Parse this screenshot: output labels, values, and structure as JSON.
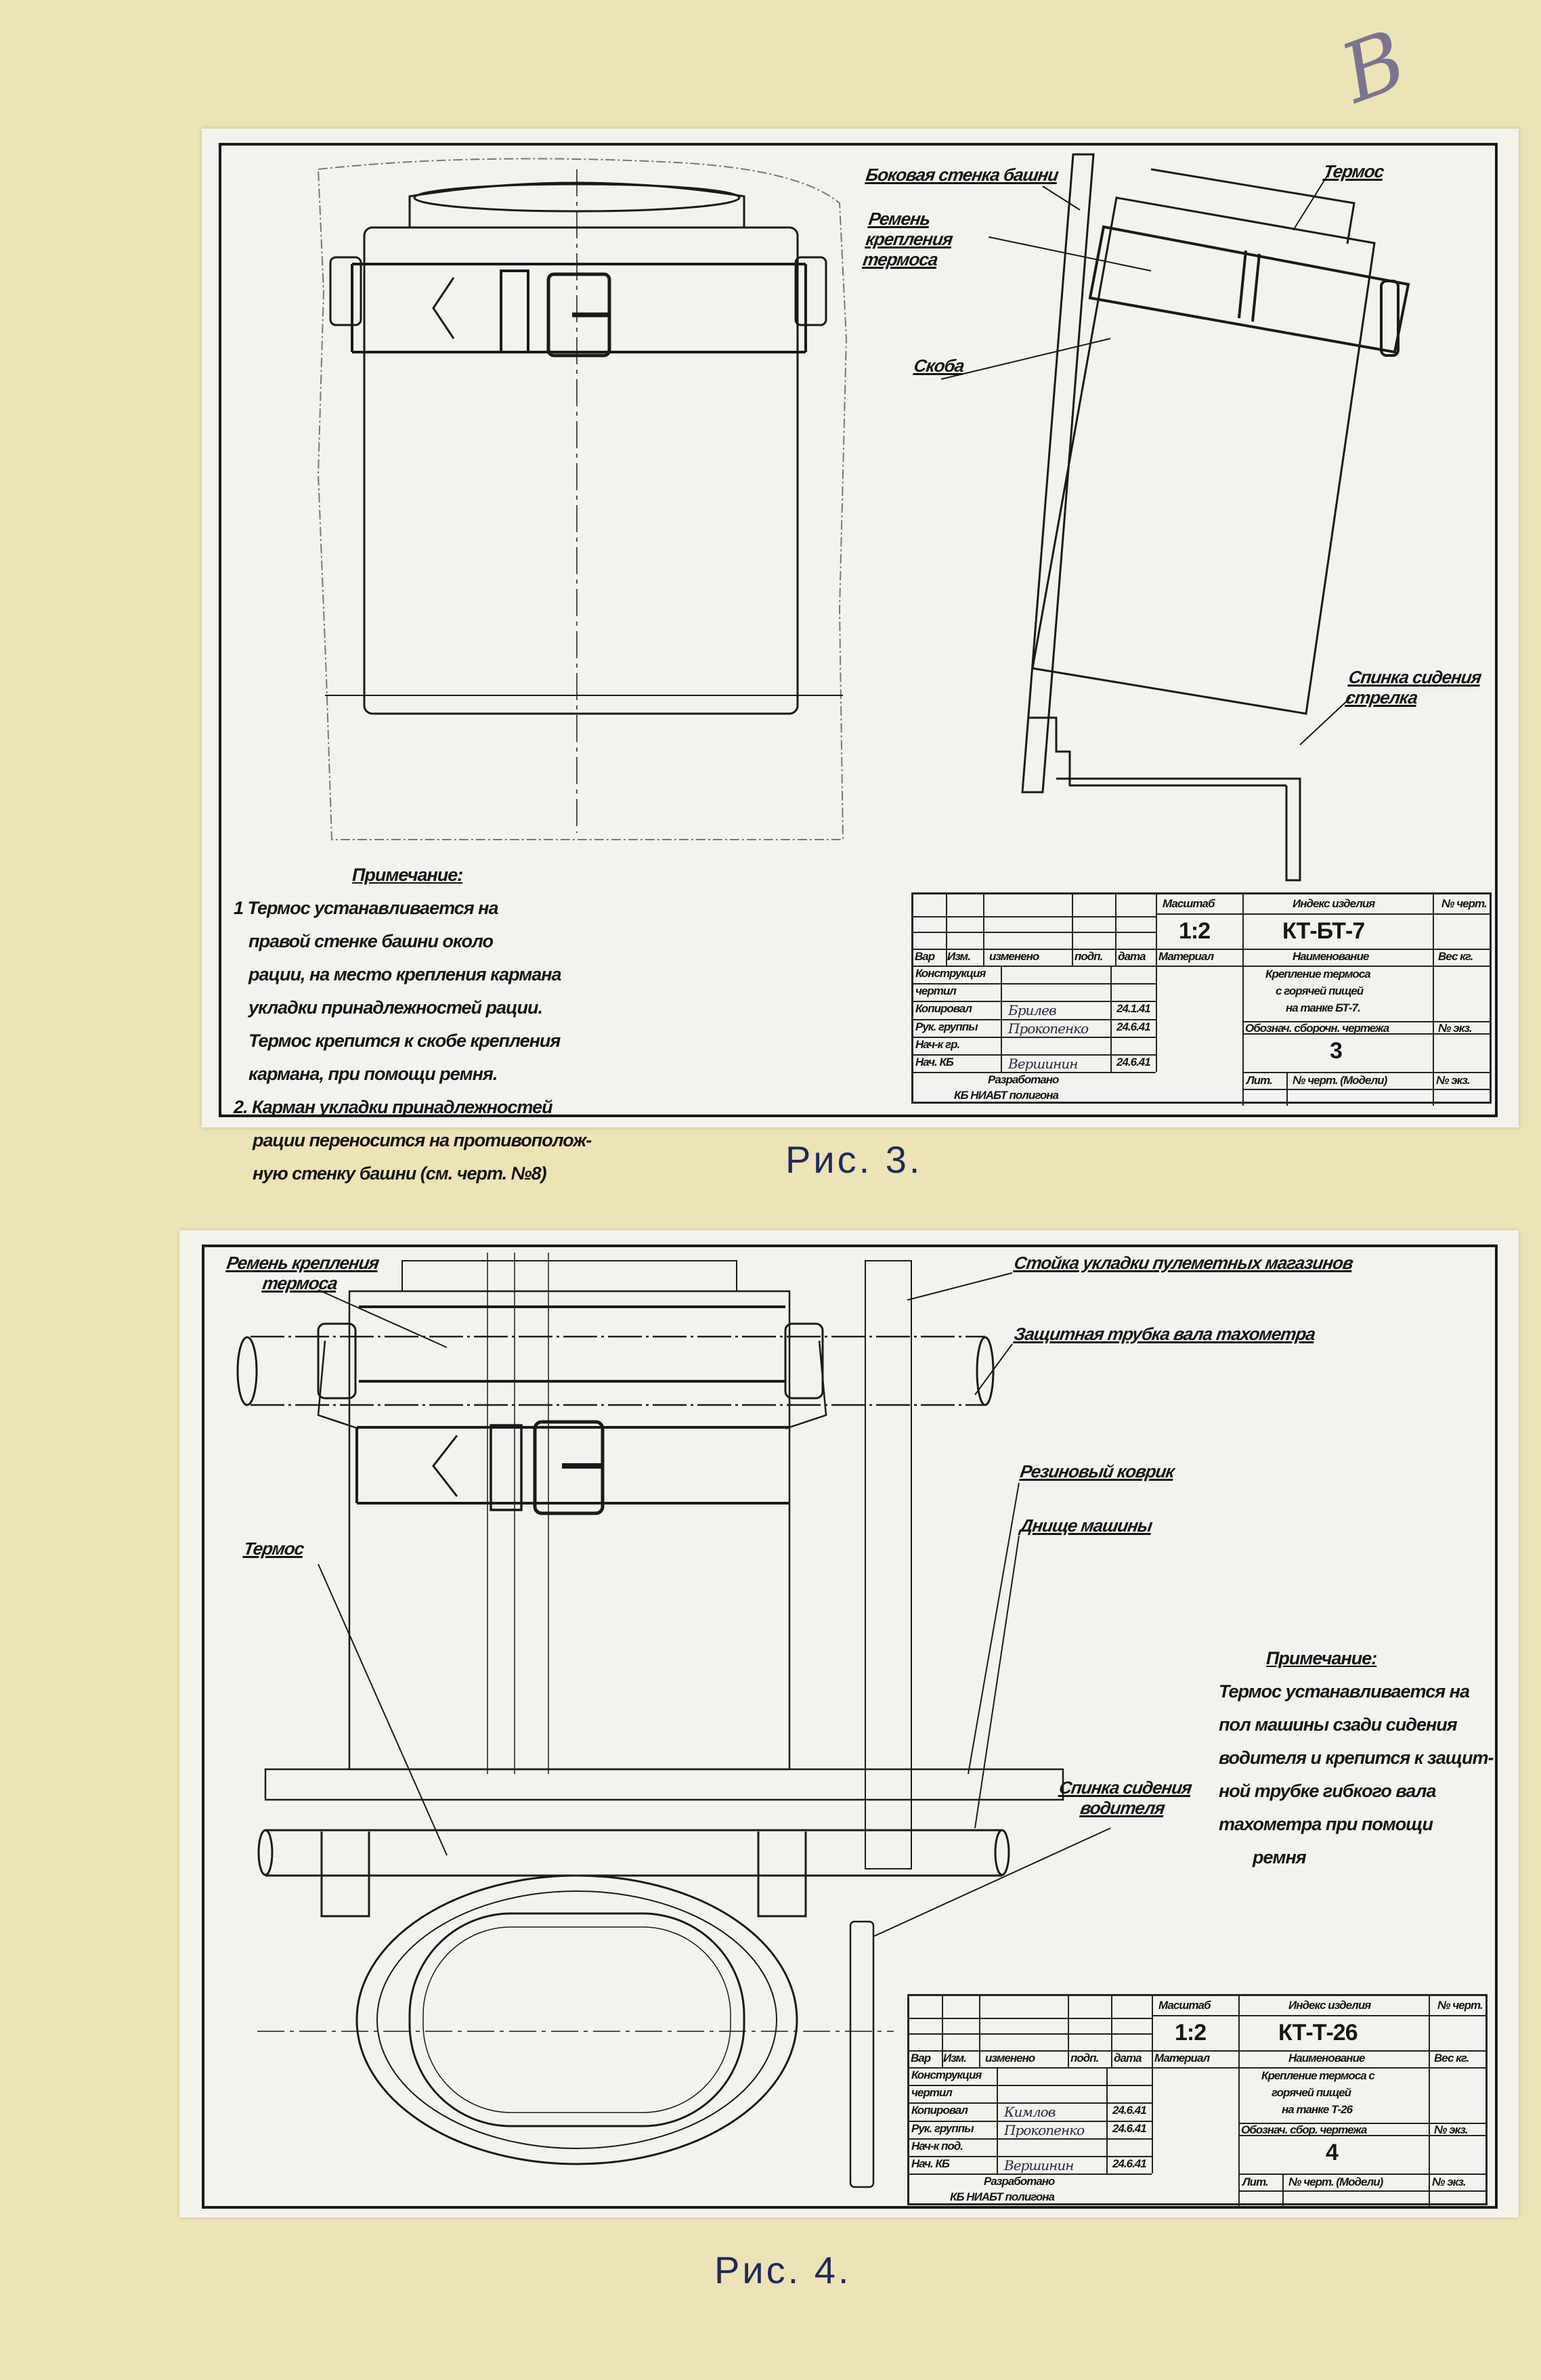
{
  "page_mark": "В",
  "figure3": {
    "caption": "Рис. 3.",
    "labels": {
      "side_wall": "Боковая стенка башни",
      "strap": "Ремень крепления термоса",
      "bracket": "Скоба",
      "thermos": "Термос",
      "gunner_seat_back": "Спинка сидения стрелка"
    },
    "note": {
      "heading": "Примечание:",
      "lines": [
        "1 Термос устанавливается на",
        "правой стенке башни около",
        "рации, на место крепления кармана",
        "укладки принадлежностей рации.",
        "Термос крепится к скобе крепления",
        "кармана, при помощи ремня.",
        "2. Карман укладки принадлежностей",
        "рации переносится на противополож-",
        "ную стенку башни (см. черт. №8)"
      ]
    },
    "title_block": {
      "scale_label": "Масштаб",
      "scale": "1:2",
      "index_label": "Индекс изделия",
      "index": "КТ-БТ-7",
      "sheet_no_label": "№ черт.",
      "rev_headers": [
        "Вар",
        "Изм.",
        "изменено",
        "подп.",
        "дата"
      ],
      "material_label": "Материал",
      "name_label": "Наименование",
      "weight_label": "Вес кг.",
      "name_lines": [
        "Крепление термоса",
        "с горячей пищей",
        "на танке БТ-7."
      ],
      "roles": [
        "Конструкция",
        "чертил",
        "Копировал",
        "Рук. группы",
        "Нач-к гр.",
        "Нач. КБ"
      ],
      "signatures": [
        "",
        "",
        "Брилев",
        "Прокопенко",
        "",
        "Вершинин"
      ],
      "dates": [
        "",
        "",
        "24.1.41",
        "24.6.41",
        "",
        "24.6.41"
      ],
      "assembly_label": "Обознач. сборочн. чертежа",
      "copy_label": "№ экз.",
      "assembly_no": "3",
      "lit_label": "Лит.",
      "drawing_no_label": "№ черт. (Модели)",
      "copy_no_label": "№ экз.",
      "developed_by": [
        "Разработано",
        "КБ НИАБТ полигона"
      ]
    }
  },
  "figure4": {
    "caption": "Рис. 4.",
    "labels": {
      "strap": "Ремень крепления термоса",
      "rack": "Стойка укладки пулеметных магазинов",
      "tube": "Защитная трубка вала тахометра",
      "mat": "Резиновый коврик",
      "floor": "Днище машины",
      "thermos": "Термос",
      "driver_seat_back": "Спинка сидения водителя"
    },
    "note": {
      "heading": "Примечание:",
      "lines": [
        "Термос устанавливается на",
        "пол машины сзади сидения",
        "водителя и крепится к защит-",
        "ной трубке гибкого вала",
        "тахометра при помощи",
        "ремня"
      ]
    },
    "title_block": {
      "scale_label": "Масштаб",
      "scale": "1:2",
      "index_label": "Индекс изделия",
      "index": "КТ-Т-26",
      "sheet_no_label": "№ черт.",
      "rev_headers": [
        "Вар",
        "Изм.",
        "изменено",
        "подп.",
        "дата"
      ],
      "material_label": "Материал",
      "name_label": "Наименование",
      "weight_label": "Вес кг.",
      "name_lines": [
        "Крепление термоса с",
        "горячей пищей",
        "на танке Т-26"
      ],
      "roles": [
        "Конструкция",
        "чертил",
        "Копировал",
        "Рук. группы",
        "Нач-к под.",
        "Нач. КБ"
      ],
      "signatures": [
        "",
        "",
        "Кимлов",
        "Прокопенко",
        "",
        "Вершинин"
      ],
      "dates": [
        "",
        "",
        "24.6.41",
        "24.6.41",
        "",
        "24.6.41"
      ],
      "assembly_label": "Обознач. сбор. чертежа",
      "copy_label": "№ экз.",
      "assembly_no": "4",
      "lit_label": "Лит.",
      "drawing_no_label": "№ черт. (Модели)",
      "copy_no_label": "№ экз.",
      "developed_by": [
        "Разработано",
        "КБ НИАБТ полигона"
      ]
    }
  }
}
